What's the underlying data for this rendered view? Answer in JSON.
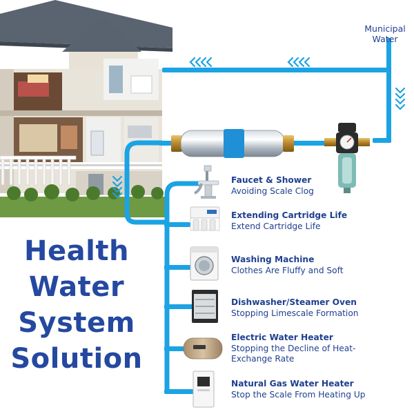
{
  "source": {
    "label_line1": "Municipal",
    "label_line2": "Water"
  },
  "headline": {
    "line1": "Health",
    "line2": "Water",
    "line3": "System",
    "line4": "Solution"
  },
  "appliances": [
    {
      "title": "Faucet & Shower",
      "description": "Avoiding Scale Clog",
      "icon": "faucet-icon"
    },
    {
      "title": "Extending Cartridge Life",
      "description": "Extend Cartridge Life",
      "icon": "ro-purifier-icon"
    },
    {
      "title": "Washing Machine",
      "description": "Clothes Are Fluffy and Soft",
      "icon": "washing-machine-icon"
    },
    {
      "title": "Dishwasher/Steamer Oven",
      "description": "Stopping Limescale Formation",
      "icon": "dishwasher-icon"
    },
    {
      "title": "Electric Water Heater",
      "description": "Stopping the Decline of Heat-Exchange Rate",
      "icon": "electric-heater-icon"
    },
    {
      "title": "Natural Gas Water Heater",
      "description": "Stop the Scale From Heating Up",
      "icon": "gas-heater-icon"
    }
  ],
  "colors": {
    "pipe": "#1ba3e3",
    "headline": "#2548a0",
    "label": "#1f3f8f",
    "flow_arrow": "#1ba3e3"
  }
}
